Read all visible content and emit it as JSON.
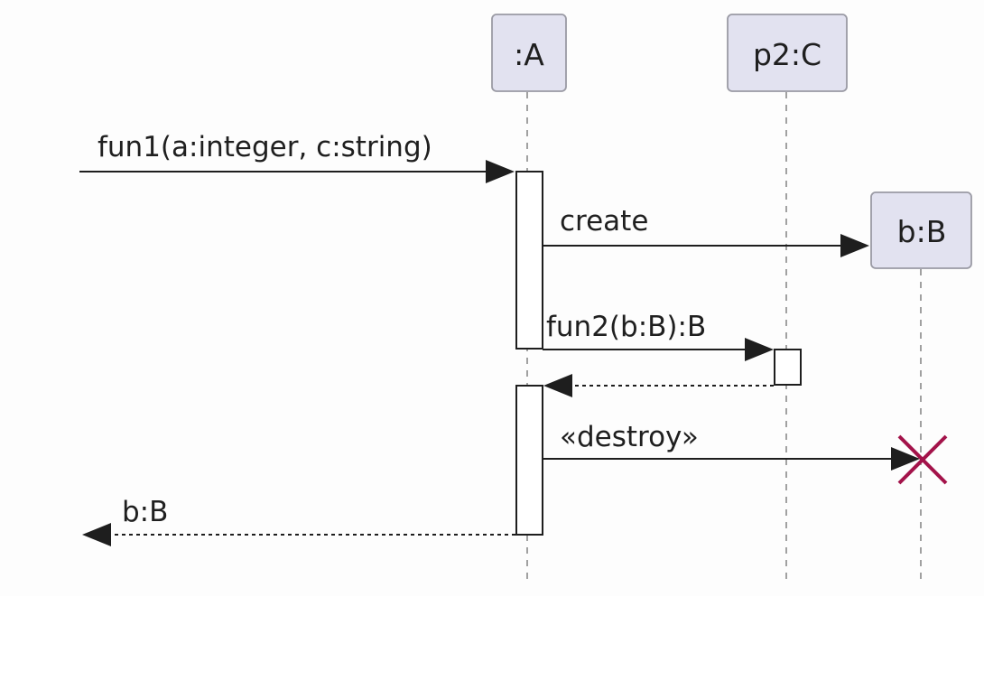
{
  "participants": {
    "a": ":A",
    "c": "p2:C",
    "b": "b:B"
  },
  "messages": {
    "fun1": "fun1(a:integer, c:string)",
    "create": "create",
    "fun2": "fun2(b:B):B",
    "destroy": "«destroy»",
    "return_bb": "b:B"
  },
  "colors": {
    "participant_fill": "#e2e2f0",
    "destroy_mark": "#a3134a"
  }
}
